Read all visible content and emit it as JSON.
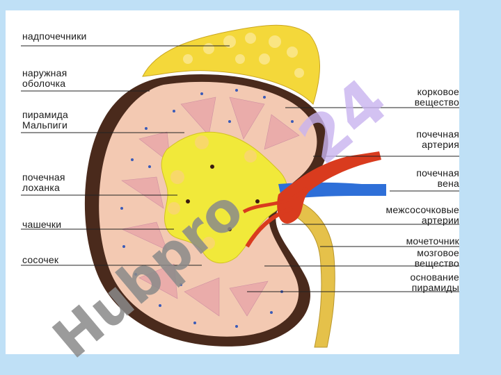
{
  "labels_left": [
    "надпочечники",
    "наружная\nоболочка",
    "пирамида\nМальпиги",
    "почечная\nлоханка",
    "чашечки",
    "сосочек"
  ],
  "labels_right": [
    "корковое\nвещество",
    "почечная\nартерия",
    "почечная\nвена",
    "межсосочковые\nартерии",
    "мочеточник",
    "мозговое\nвещество",
    "основание\nпирамиды"
  ],
  "watermark": {
    "text_main": "Hubpro",
    "text_number": "24",
    "color_main": "#8a8a8a",
    "color_number": "#c9b3f0"
  },
  "colors": {
    "background": "#bfe0f6",
    "capsule": "#4a2a1c",
    "cortex": "#f3c9b2",
    "pelvis": "#f1e93a",
    "adrenal": "#f4d83a",
    "artery": "#d93b1e",
    "vein": "#2e6fd8",
    "ureter": "#e5c14a"
  }
}
